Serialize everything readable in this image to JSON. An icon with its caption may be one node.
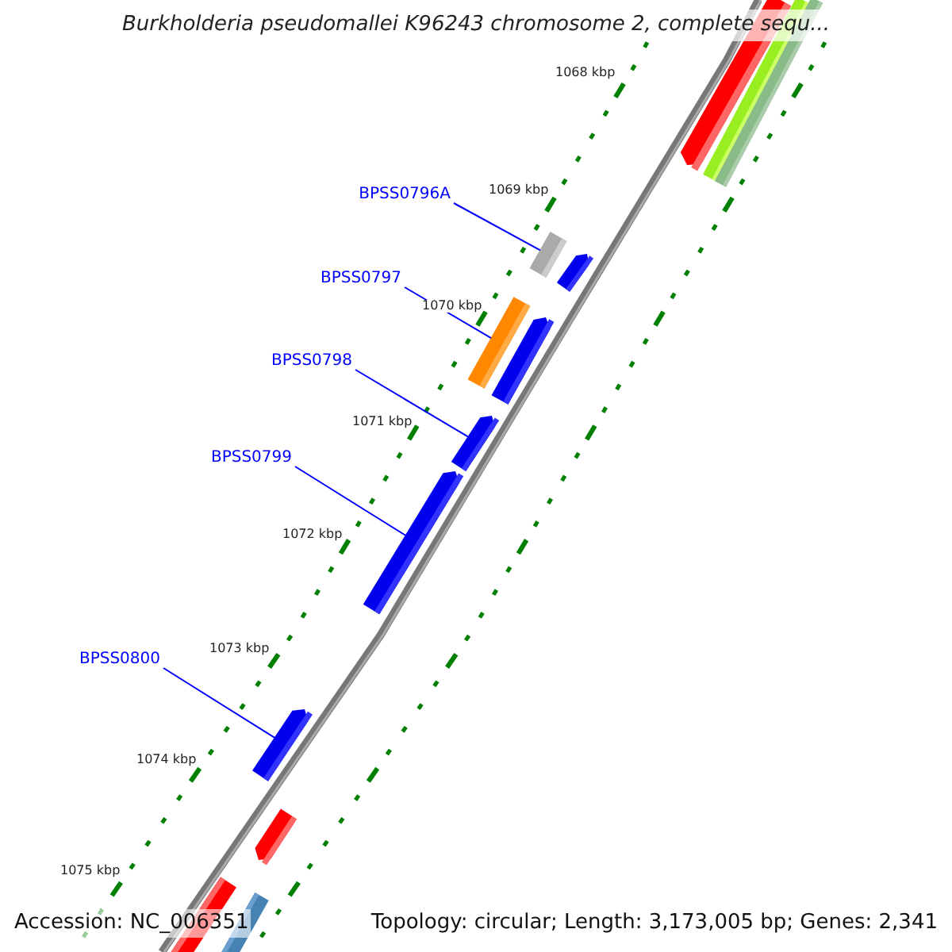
{
  "diagram": {
    "title": "Burkholderia pseudomallei K96243 chromosome 2, complete sequ...",
    "nodes": [
      {
        "text": [
          "BPSS0796A"
        ]
      },
      {
        "text": [
          "BPSS0797"
        ]
      },
      {
        "text": [
          "BPSS0798"
        ]
      },
      {
        "text": [
          "BPSS0799"
        ]
      },
      {
        "text": [
          "BPSS0800"
        ]
      },
      {
        "text": [],
        "shape": "bar"
      },
      {
        "text": [],
        "shape": "bar"
      },
      {
        "text": [],
        "shape": "bar"
      },
      {
        "text": [],
        "shape": "bar"
      },
      {
        "text": [],
        "shape": "bar"
      }
    ],
    "edges": [
      {
        "from": 0,
        "to": 5,
        "arrow": "none"
      },
      {
        "from": 1,
        "to": 6,
        "arrow": "none"
      },
      {
        "from": 2,
        "to": 7,
        "arrow": "none"
      },
      {
        "from": 3,
        "to": 8,
        "arrow": "none"
      },
      {
        "from": 4,
        "to": 9,
        "arrow": "none"
      }
    ],
    "labels": [
      "1068 kbp",
      "1069 kbp",
      "1070 kbp",
      "1071 kbp",
      "1072 kbp",
      "1073 kbp",
      "1074 kbp",
      "1075 kbp",
      "Accession: NC_006351",
      "Topology: circular; Length: 3,173,005 bp; Genes: 2,341"
    ]
  }
}
